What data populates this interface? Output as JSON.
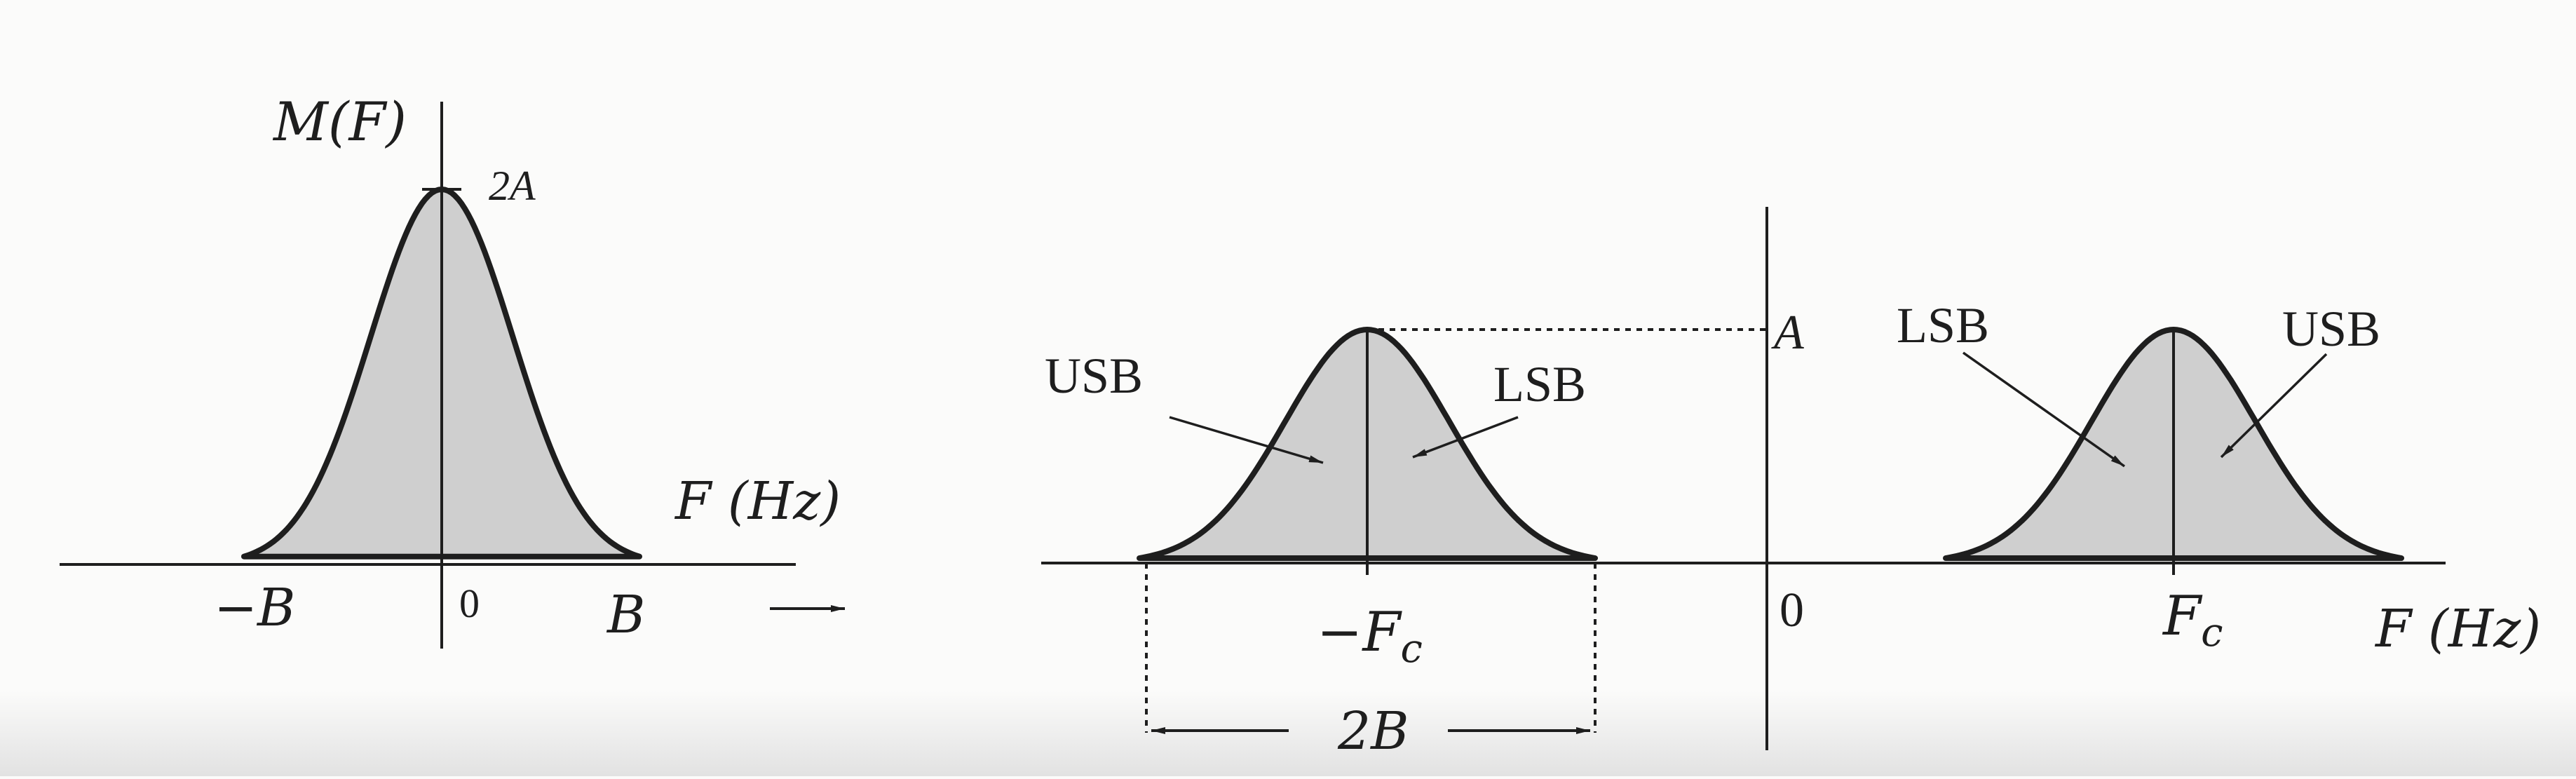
{
  "colors": {
    "background": "#fbfbfa",
    "ink": "#1e1e1e",
    "fill": "#cfcfcf",
    "footer_shadow": "#e4e4e4"
  },
  "message_spectrum": {
    "function_label": "M(F)",
    "peak_label": "2A",
    "neg_band_label": "−B",
    "origin_label": "0",
    "pos_band_label": "B",
    "freq_axis_label": "F (Hz)",
    "arrow_glyph": "→"
  },
  "modulated_spectrum": {
    "peak_label": "A",
    "origin_label": "0",
    "neg_carrier": {
      "label": "−F",
      "sub": "c",
      "upper_sideband": "USB",
      "lower_sideband": "LSB"
    },
    "pos_carrier": {
      "label": "F",
      "sub": "c",
      "upper_sideband": "USB",
      "lower_sideband": "LSB"
    },
    "freq_axis_label": "F (Hz)",
    "bandwidth_label": "2B"
  }
}
